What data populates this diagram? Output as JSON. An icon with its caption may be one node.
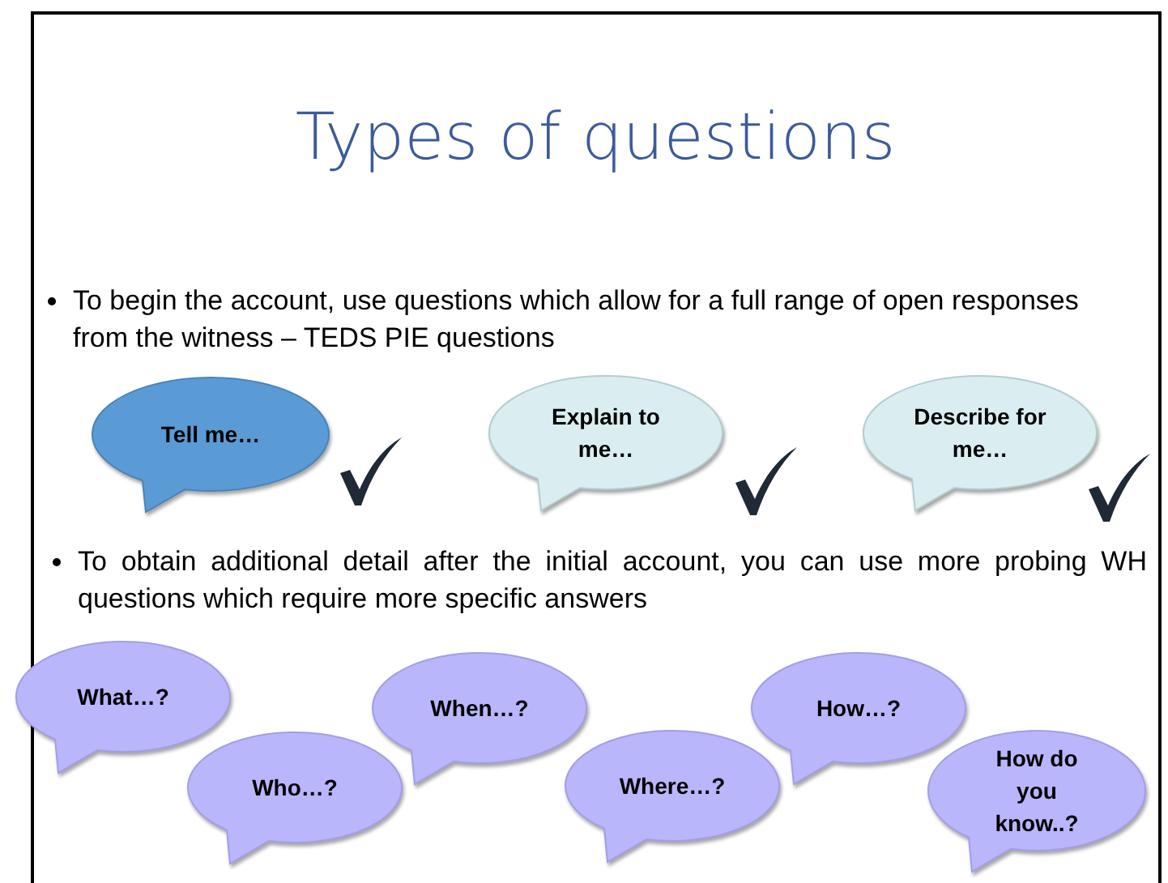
{
  "diagram": {
    "title": "Types of questions",
    "nodes": [
      {
        "text": [
          "Tell me…"
        ]
      },
      {
        "text": [
          "Explain to me…"
        ]
      },
      {
        "text": [
          "Describe for me…"
        ]
      },
      {
        "text": [
          "What…?"
        ]
      },
      {
        "text": [
          "Who…?"
        ]
      },
      {
        "text": [
          "When…?"
        ]
      },
      {
        "text": [
          "Where…?"
        ]
      },
      {
        "text": [
          "How…?"
        ]
      },
      {
        "text": [
          "How do you know..?"
        ]
      }
    ],
    "labels": [
      "To begin the account, use questions which allow for a full range of open responses from the witness – TEDS PIE questions",
      "To obtain additional detail after the initial account, you can use more probing WH questions which require more specific answers"
    ]
  }
}
